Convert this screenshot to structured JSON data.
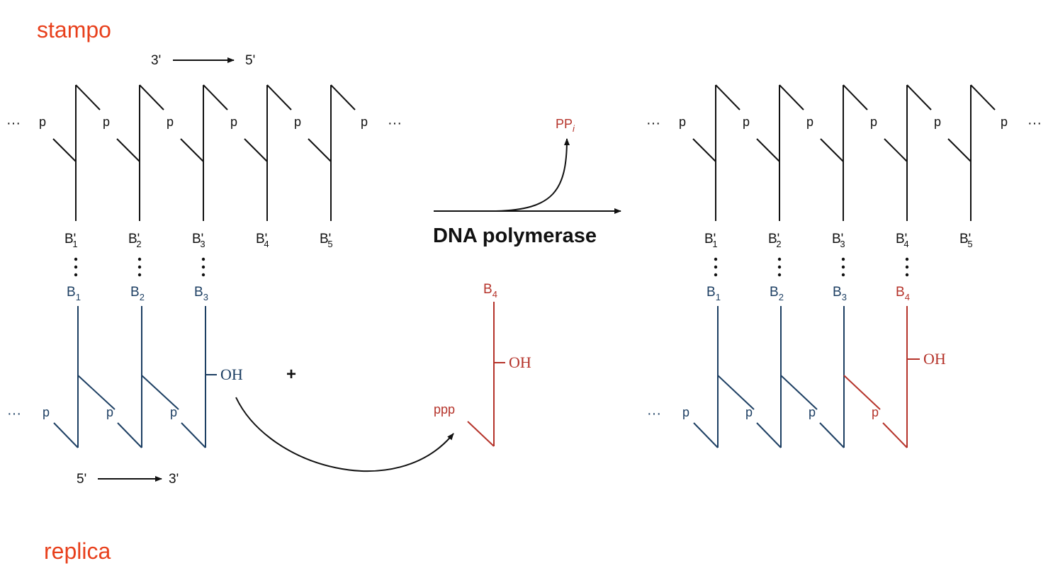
{
  "labels": {
    "template": "stampo",
    "replica": "replica"
  },
  "direction": {
    "top": [
      "3'",
      "5'"
    ],
    "bottom": [
      "5'",
      "3'"
    ]
  },
  "enzyme": "DNA polymerase",
  "pyrophosphate": {
    "base": "PP",
    "sub": "i"
  },
  "phosphate": "p",
  "triphosphate": "ppp",
  "hydroxyl": "OH",
  "plus": "+",
  "ellipsis": "···",
  "base_letter": "B",
  "prime": "'",
  "before": {
    "template_bases": [
      "1",
      "2",
      "3",
      "4",
      "5"
    ],
    "primer_bases": [
      "1",
      "2",
      "3"
    ],
    "incoming_base": "4"
  },
  "after": {
    "template_bases": [
      "1",
      "2",
      "3",
      "4",
      "5"
    ],
    "product_bases": [
      "1",
      "2",
      "3"
    ],
    "added_base": "4"
  },
  "colors": {
    "template": "#111111",
    "primer": "#1d3f63",
    "incoming": "#b5332a",
    "label": "#e8401c"
  }
}
